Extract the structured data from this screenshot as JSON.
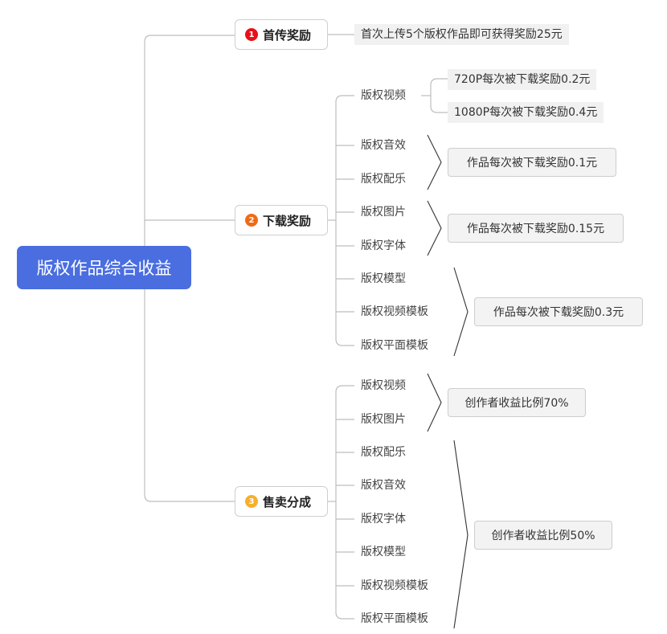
{
  "root": {
    "title": "版权作品综合收益"
  },
  "branches": [
    {
      "badge": "1",
      "badge_color": "#e8101a",
      "label": "首传奖励"
    },
    {
      "badge": "2",
      "badge_color": "#f06a16",
      "label": "下载奖励"
    },
    {
      "badge": "3",
      "badge_color": "#f5b02e",
      "label": "售卖分成"
    }
  ],
  "first_upload": {
    "note": "首次上传5个版权作品即可获得奖励25元"
  },
  "download": {
    "items": [
      "版权视频",
      "版权音效",
      "版权配乐",
      "版权图片",
      "版权字体",
      "版权模型",
      "版权视频模板",
      "版权平面模板"
    ],
    "video_rewards": [
      "720P每次被下载奖励0.2元",
      "1080P每次被下载奖励0.4元"
    ],
    "summaries": [
      "作品每次被下载奖励0.1元",
      "作品每次被下载奖励0.15元",
      "作品每次被下载奖励0.3元"
    ]
  },
  "sales": {
    "items": [
      "版权视频",
      "版权图片",
      "版权配乐",
      "版权音效",
      "版权字体",
      "版权模型",
      "版权视频模板",
      "版权平面模板"
    ],
    "summaries": [
      "创作者收益比例70%",
      "创作者收益比例50%"
    ]
  }
}
